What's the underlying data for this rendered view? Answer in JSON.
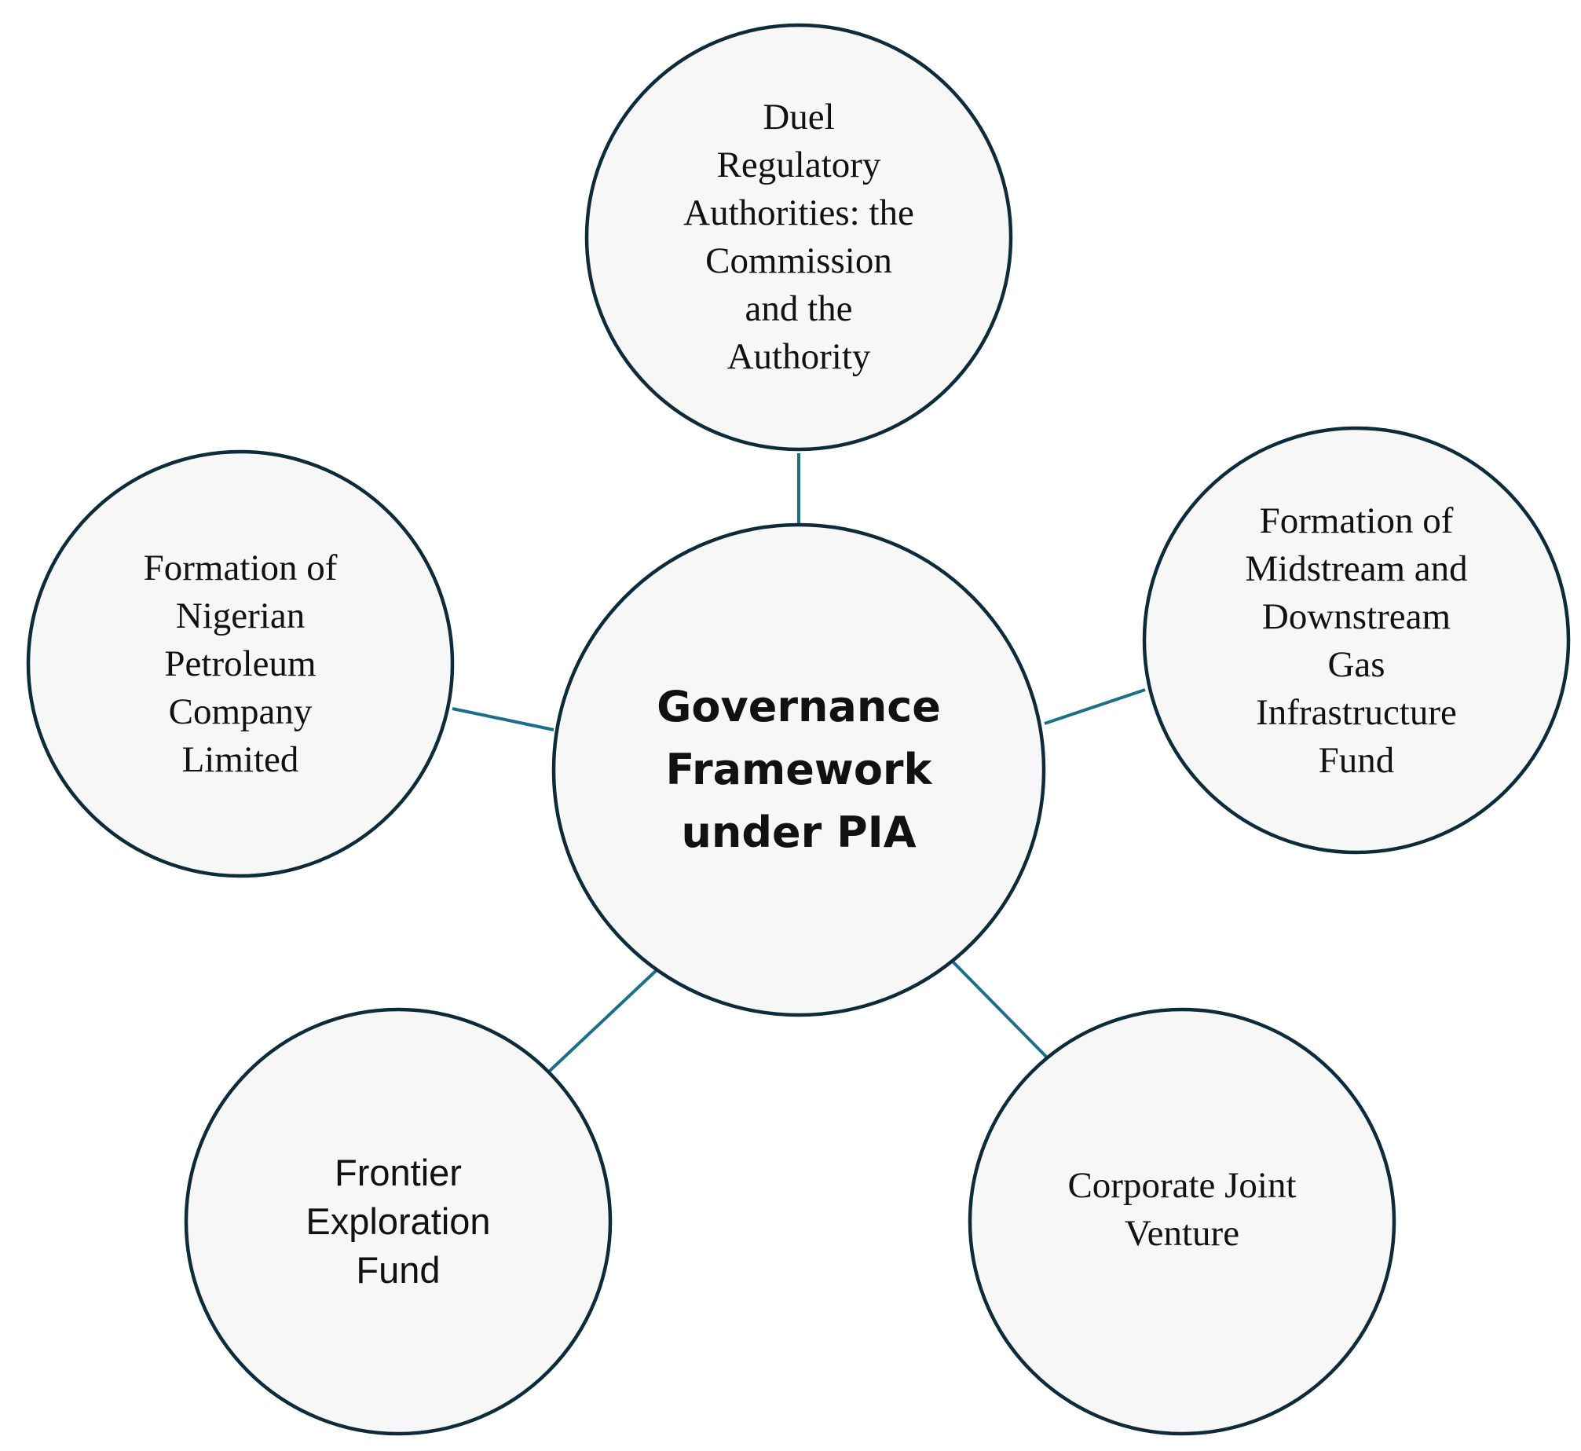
{
  "center": {
    "label": "Governance\nFramework\nunder PIA"
  },
  "nodes": {
    "regulatory": {
      "label": "Duel\nRegulatory\nAuthorities: the\nCommission\nand the\nAuthority"
    },
    "gas_fund": {
      "label": "Formation of\nMidstream and\nDownstream\nGas\nInfrastructure\nFund"
    },
    "cjv": {
      "label": "Corporate Joint\nVenture"
    },
    "frontier": {
      "label": "Frontier\nExploration\nFund"
    },
    "nnpc": {
      "label": "Formation of\nNigerian\nPetroleum\nCompany\nLimited"
    }
  },
  "colors": {
    "circle_fill": "#f7f7f7",
    "circle_stroke": "#0f2b3a",
    "connector": "#1d6e8b"
  }
}
